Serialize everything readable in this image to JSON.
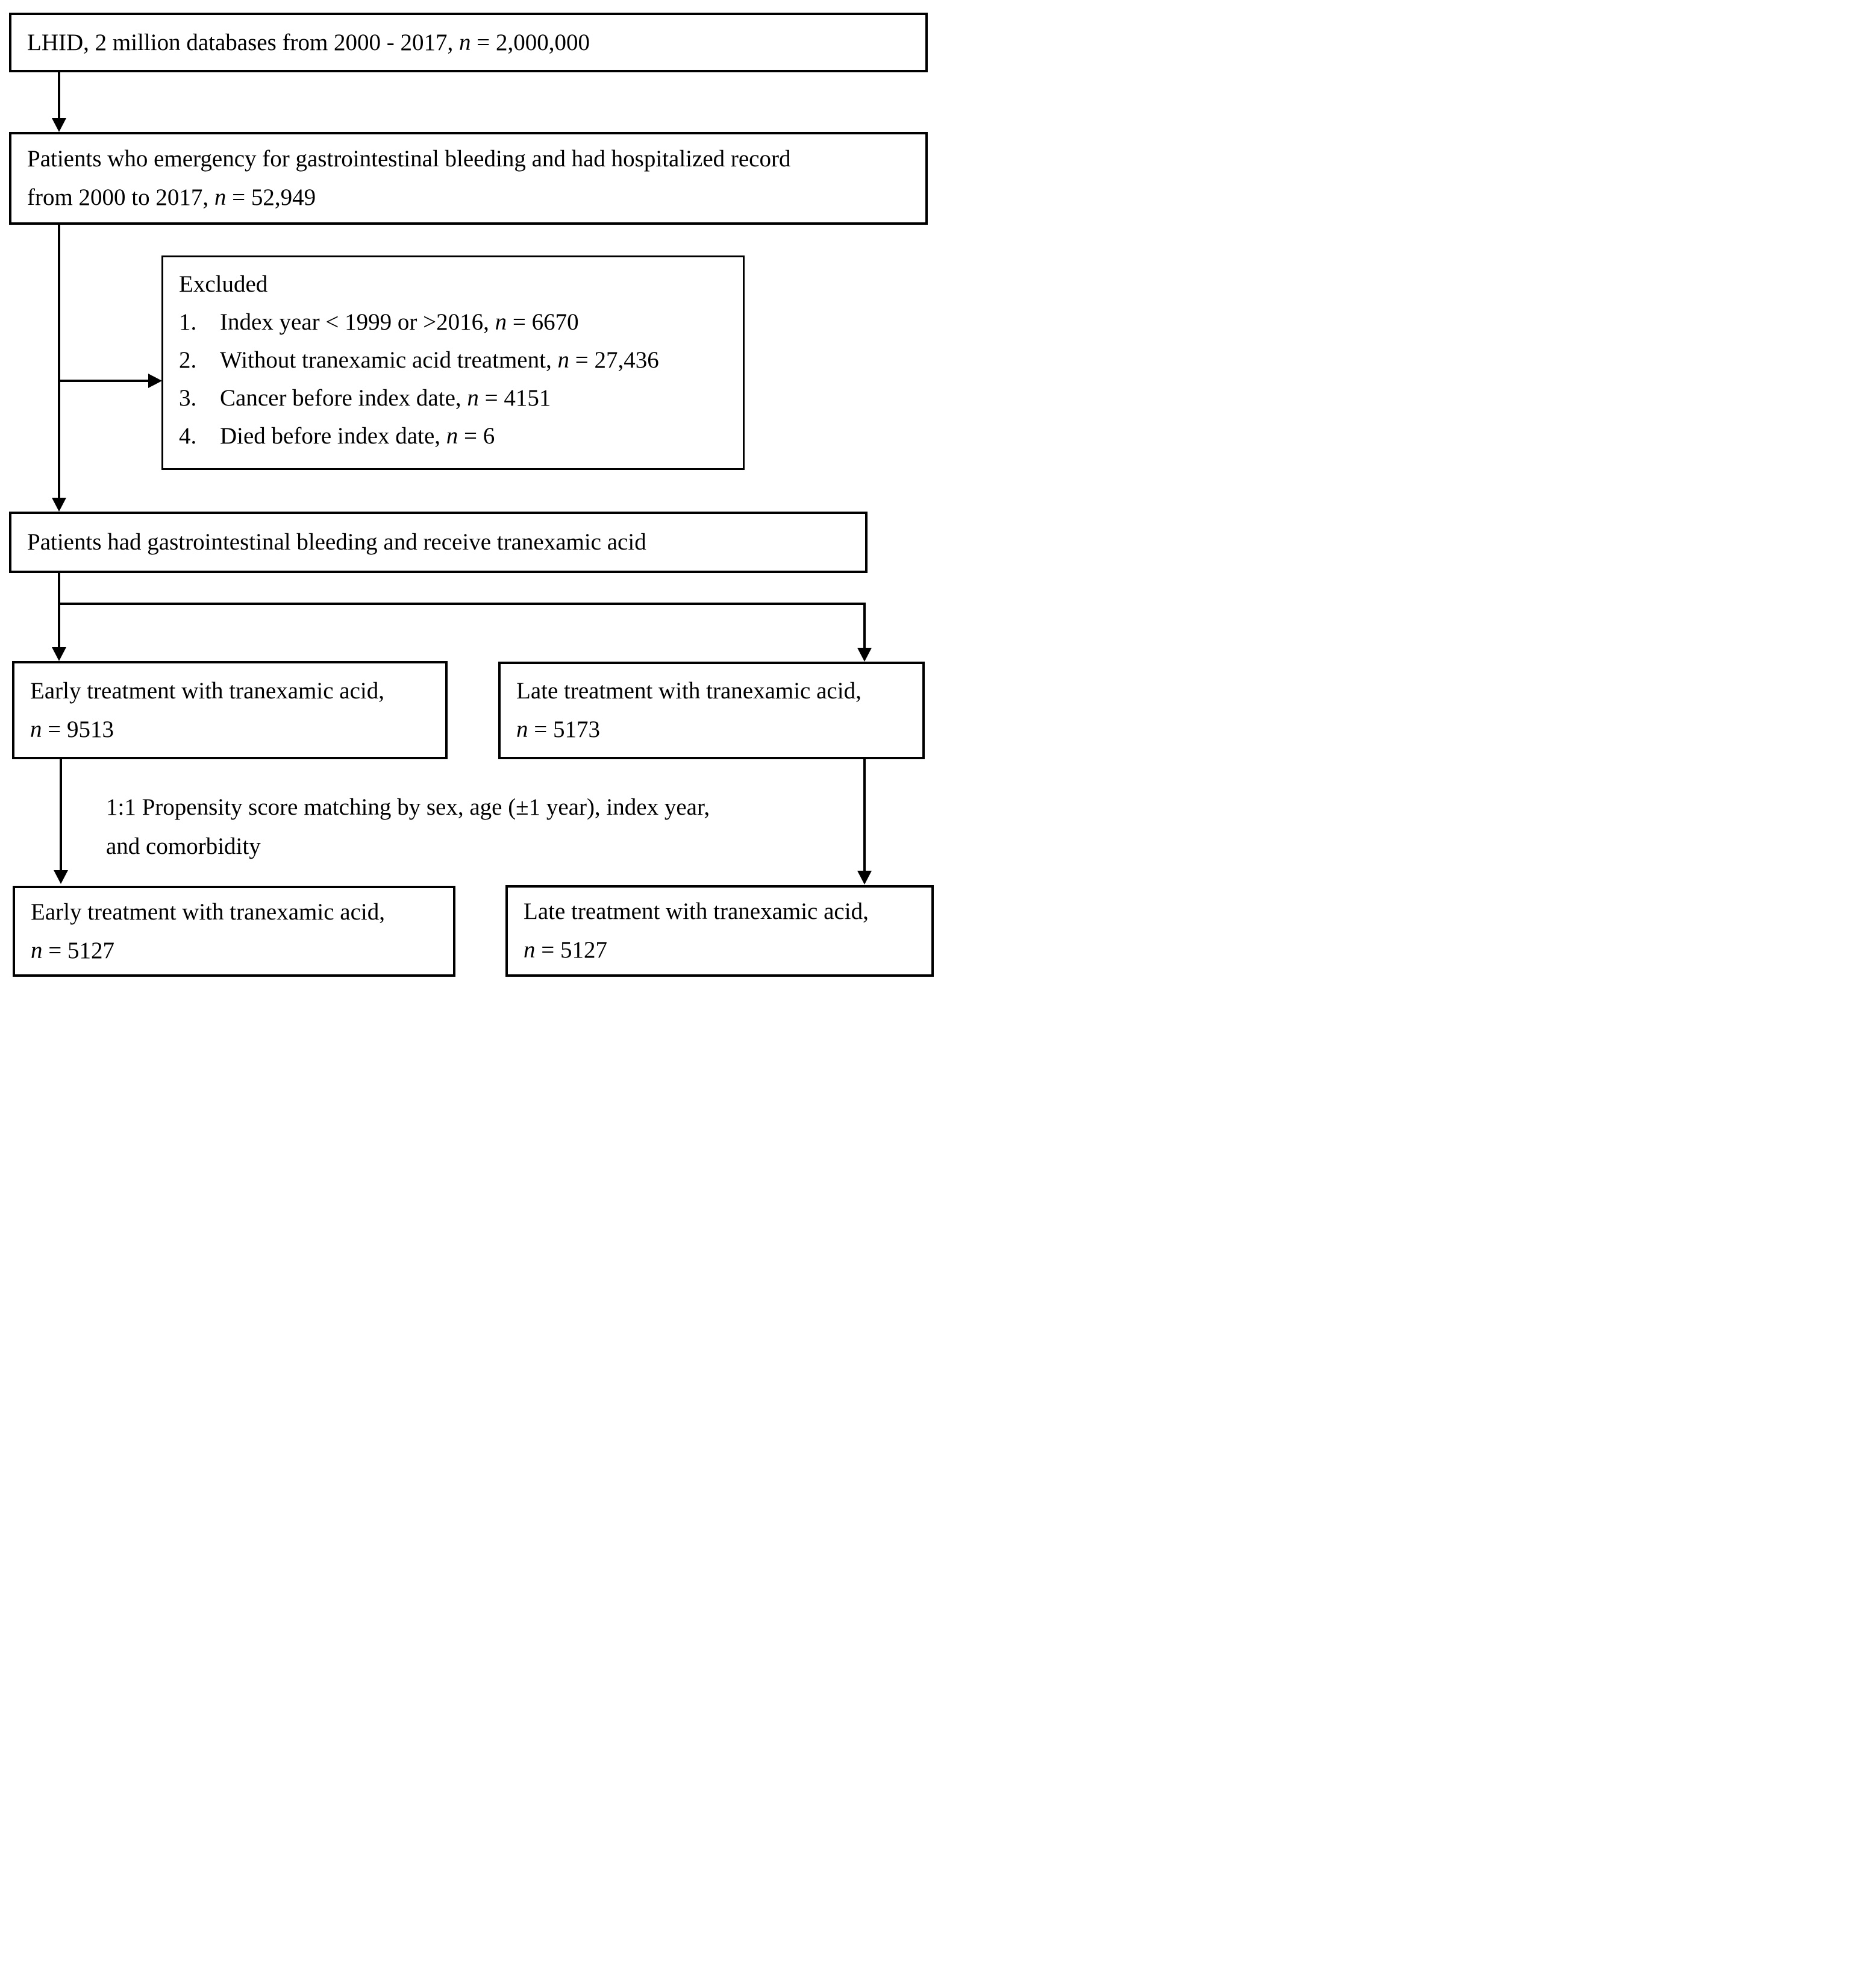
{
  "diagram": {
    "colors": {
      "line": "#000000",
      "background": "#ffffff",
      "text": "#000000"
    },
    "box_lhid": {
      "prefix": "LHID, 2 million databases from 2000 - 2017, ",
      "n": "n",
      "value": " = 2,000,000"
    },
    "box_gi_bleeding": {
      "line1": "Patients who emergency for gastrointestinal bleeding and had hospitalized record",
      "line2_prefix": "from 2000 to 2017, ",
      "n": "n",
      "value": " = 52,949"
    },
    "box_excluded": {
      "title": "Excluded",
      "items": [
        {
          "num": "1.",
          "prefix": "Index year < 1999 or >2016, ",
          "n": "n",
          "value": " = 6670"
        },
        {
          "num": "2.",
          "prefix": "Without tranexamic acid treatment, ",
          "n": "n",
          "value": " = 27,436"
        },
        {
          "num": "3.",
          "prefix": "Cancer before index date, ",
          "n": "n",
          "value": " = 4151"
        },
        {
          "num": "4.",
          "prefix": "Died before index date, ",
          "n": "n",
          "value": " = 6"
        }
      ]
    },
    "box_receive_txa": {
      "text": "Patients had gastrointestinal bleeding and receive tranexamic acid"
    },
    "box_early_prematch": {
      "line1": "Early treatment with tranexamic acid,",
      "n": "n",
      "value": " = 9513"
    },
    "box_late_prematch": {
      "line1": "Late treatment with tranexamic acid,",
      "n": "n",
      "value": " = 5173"
    },
    "matching_note": {
      "line1": "1:1 Propensity score matching by sex, age (±1 year), index year,",
      "line2": "and comorbidity"
    },
    "box_early_matched": {
      "line1": "Early treatment with tranexamic acid,",
      "n": "n",
      "value": " = 5127"
    },
    "box_late_matched": {
      "line1": "Late treatment with tranexamic acid,",
      "n": "n",
      "value": " = 5127"
    }
  }
}
